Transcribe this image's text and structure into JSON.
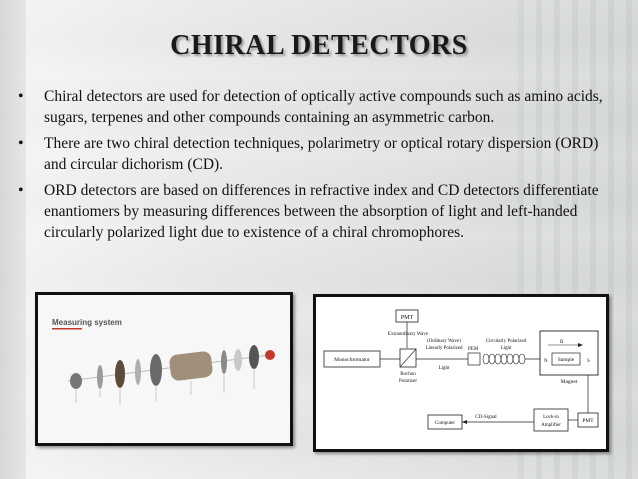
{
  "slide": {
    "title": "CHIRAL DETECTORS",
    "bullets": [
      "Chiral detectors are used for detection of optically active compounds such as amino acids, sugars, terpenes and other compounds containing an asymmetric carbon.",
      "There are two chiral detection techniques, polarimetry or optical rotary dispersion (ORD) and circular dichorism (CD).",
      "ORD detectors are based on differences in refractive index and CD detectors differentiate enantiomers by measuring differences between the absorption of light and left-handed circularly polarized light due to existence of a chiral chromophores."
    ],
    "bullet_glyph": "•"
  },
  "figure1": {
    "heading": "Measuring system",
    "accent_color": "#c0392b"
  },
  "figure2": {
    "pmt_top": "PMT",
    "extraordinary_wave": "Extraordinary Wave",
    "monochromator": "Monochromator",
    "rochon_polarizer_1": "Rochon",
    "rochon_polarizer_2": "Polarizer",
    "ordinary_wave_1": "(Ordinary Wave)",
    "ordinary_wave_2": "Linearly Polarized",
    "ordinary_wave_3": "Light",
    "pem": "PEM",
    "circ_pol_1": "Circularly Polarized",
    "circ_pol_2": "Light",
    "b_field": "B",
    "n_pole": "N",
    "sample": "Sample",
    "s_pole": "S",
    "magnet": "Magnet",
    "computer": "Computer",
    "cd_signal": "CD-Signal",
    "lockin_1": "Lock-in",
    "lockin_2": "Amplifier",
    "pmt_bottom": "PMT"
  }
}
